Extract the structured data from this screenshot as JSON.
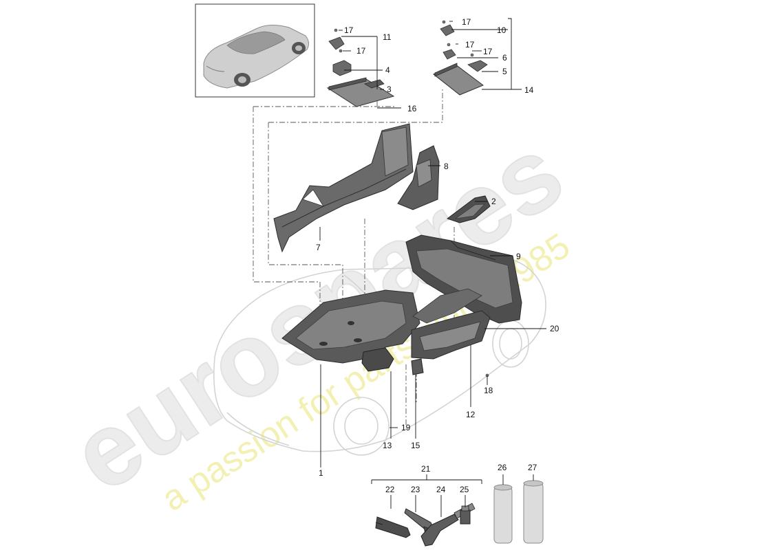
{
  "watermark": {
    "brand": "eurospares",
    "tagline": "a passion for parts since 1985",
    "brand_color": "#e9e9e9",
    "tagline_color": "#f2efaa"
  },
  "colors": {
    "line": "#3a3a3a",
    "part_dark": "#4b4b4b",
    "part_mid": "#7a7a7a",
    "part_light": "#b9b9b9",
    "car_ghost": "#e6e6e6"
  },
  "callouts": {
    "c1": "1",
    "c2": "2",
    "c3": "3",
    "c4": "4",
    "c5": "5",
    "c6": "6",
    "c7": "7",
    "c8": "8",
    "c9": "9",
    "c10": "10",
    "c11": "11",
    "c12": "12",
    "c13": "13",
    "c14": "14",
    "c15": "15",
    "c16": "16",
    "c17a": "17",
    "c17b": "17",
    "c17c": "17",
    "c17d": "17",
    "c17e": "17",
    "c18": "18",
    "c19": "19",
    "c20": "20",
    "c21": "21",
    "c22": "22",
    "c23": "23",
    "c24": "24",
    "c25": "25",
    "c26": "26",
    "c27": "27"
  }
}
